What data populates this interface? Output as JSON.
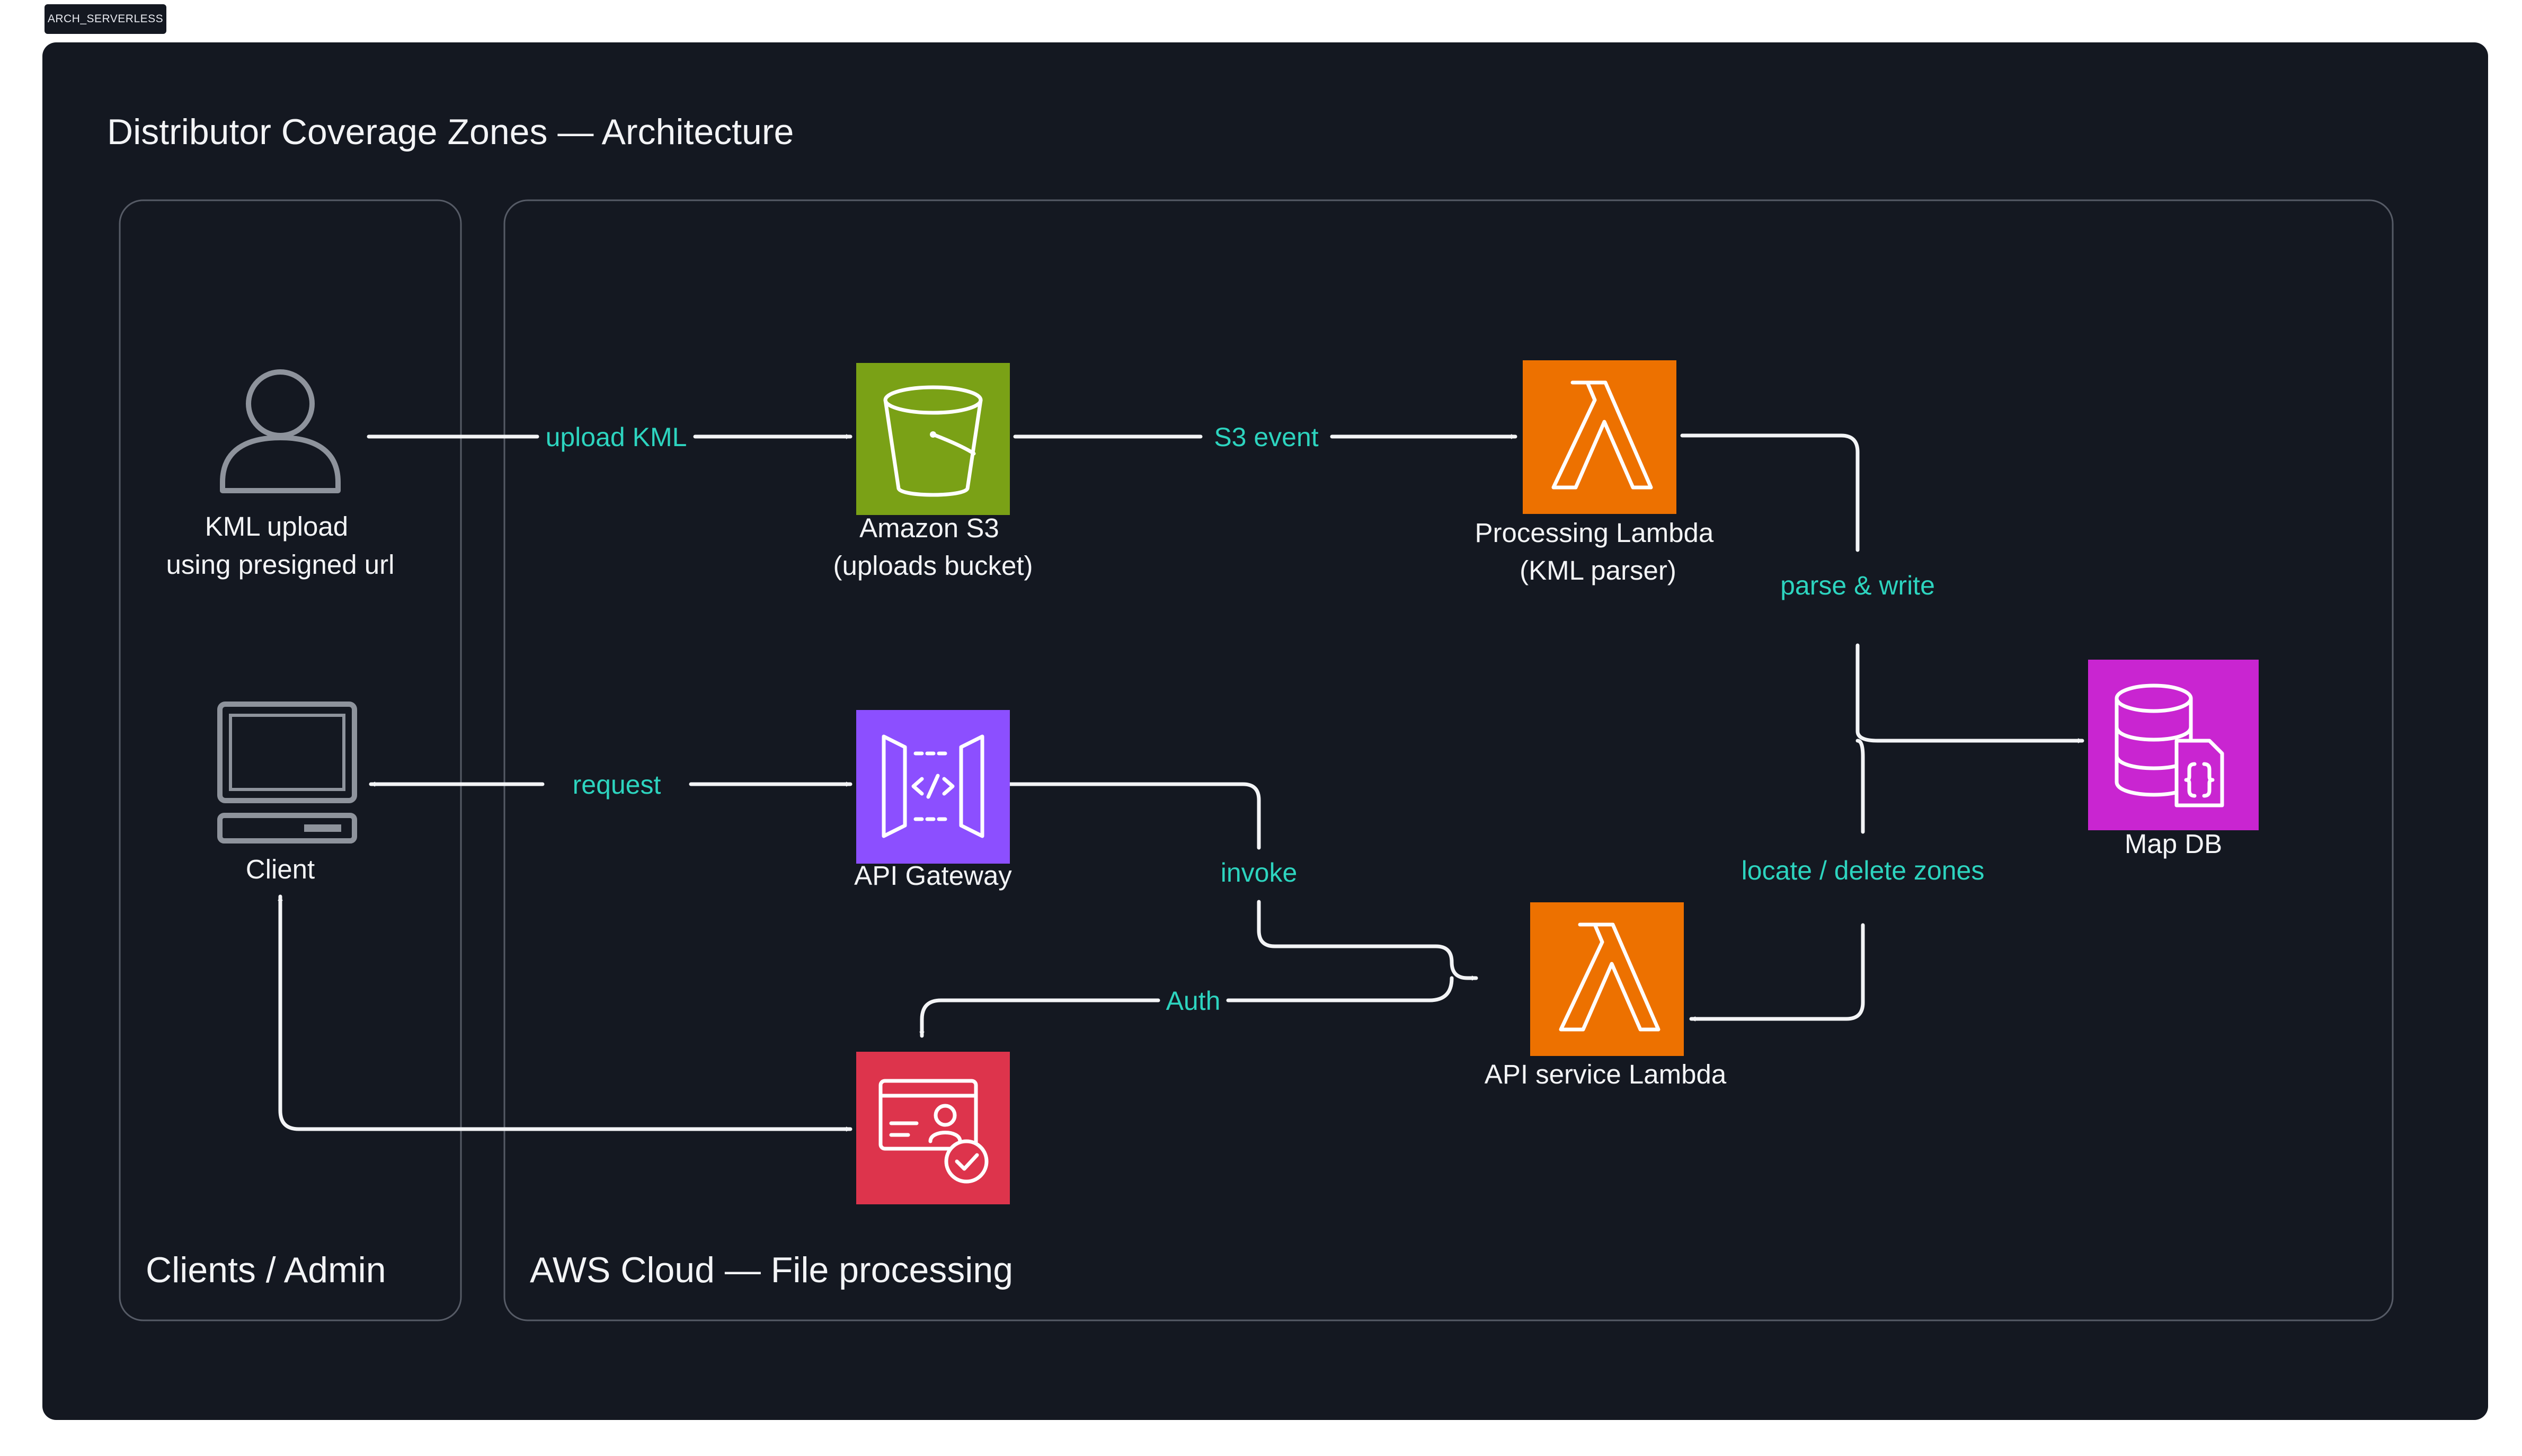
{
  "tag": "ARCH_SERVERLESS",
  "title": "Distributor Coverage Zones — Architecture",
  "groups": {
    "clients": "Clients / Admin",
    "aws": "AWS Cloud — File processing"
  },
  "nodes": {
    "kml_user": [
      "KML upload",
      "using presigned url"
    ],
    "client": [
      "Client"
    ],
    "s3": [
      "Amazon S3",
      "(uploads bucket)"
    ],
    "proc_lambda": [
      "Processing Lambda",
      "(KML parser)"
    ],
    "api_gateway": [
      "API Gateway"
    ],
    "api_lambda": [
      "API service Lambda"
    ],
    "auth_service": [],
    "mapdb": [
      "Map DB"
    ]
  },
  "edges": {
    "upload": "upload KML",
    "s3event": "S3 event",
    "parse": "parse & write",
    "request": "request",
    "invoke": "invoke",
    "locate": "locate / delete zones",
    "auth": "Auth"
  },
  "colors": {
    "background": "#141821",
    "group_border": "#565b66",
    "edge": "#f3f4f6",
    "edge_label": "#2dd4bf",
    "text": "#f3f4f6",
    "s3": "#7aa116",
    "lambda": "#ed7100",
    "api_gateway": "#8c4fff",
    "auth_service": "#dd344c",
    "mapdb": "#c925d1",
    "icon_outline": "#8e939c"
  },
  "icons": {
    "kml_user": "user-icon",
    "client": "computer-icon",
    "s3": "bucket-icon",
    "proc_lambda": "lambda-icon",
    "api_gateway": "api-gateway-icon",
    "api_lambda": "lambda-icon",
    "auth_service": "auth-credential-icon",
    "mapdb": "document-database-icon"
  }
}
